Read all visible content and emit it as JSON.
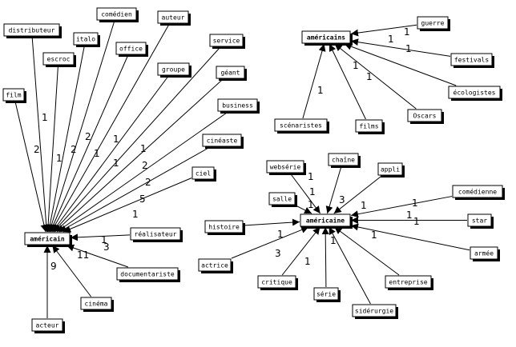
{
  "graph": {
    "nodes": [
      {
        "id": "americain",
        "label": "américain"
      },
      {
        "id": "film",
        "label": "film"
      },
      {
        "id": "distributeur",
        "label": "distributeur"
      },
      {
        "id": "escroc",
        "label": "escroc"
      },
      {
        "id": "italo",
        "label": "italo"
      },
      {
        "id": "comedien",
        "label": "comédien"
      },
      {
        "id": "office",
        "label": "office"
      },
      {
        "id": "auteur",
        "label": "auteur"
      },
      {
        "id": "groupe",
        "label": "groupe"
      },
      {
        "id": "service",
        "label": "service"
      },
      {
        "id": "geant",
        "label": "géant"
      },
      {
        "id": "business",
        "label": "business"
      },
      {
        "id": "cineaste",
        "label": "cinéaste"
      },
      {
        "id": "ciel",
        "label": "ciel"
      },
      {
        "id": "realisateur",
        "label": "réalisateur"
      },
      {
        "id": "documentariste",
        "label": "documentariste"
      },
      {
        "id": "cinema",
        "label": "cinéma"
      },
      {
        "id": "acteur",
        "label": "acteur"
      },
      {
        "id": "americains",
        "label": "américains"
      },
      {
        "id": "guerre",
        "label": "guerre"
      },
      {
        "id": "festivals",
        "label": "festivals"
      },
      {
        "id": "ecologistes",
        "label": "écologistes"
      },
      {
        "id": "oscars",
        "label": "Oscars"
      },
      {
        "id": "films",
        "label": "films"
      },
      {
        "id": "scenaristes",
        "label": "scénaristes"
      },
      {
        "id": "americaine",
        "label": "américaine"
      },
      {
        "id": "webserie",
        "label": "websérie"
      },
      {
        "id": "chaine",
        "label": "chaîne"
      },
      {
        "id": "appli",
        "label": "appli"
      },
      {
        "id": "salle",
        "label": "salle"
      },
      {
        "id": "comedienne",
        "label": "comédienne"
      },
      {
        "id": "histoire",
        "label": "histoire"
      },
      {
        "id": "star",
        "label": "star"
      },
      {
        "id": "actrice",
        "label": "actrice"
      },
      {
        "id": "armee",
        "label": "armée"
      },
      {
        "id": "critique",
        "label": "critique"
      },
      {
        "id": "serie",
        "label": "série"
      },
      {
        "id": "entreprise",
        "label": "entreprise"
      },
      {
        "id": "siderurgie",
        "label": "sidérurgie"
      }
    ],
    "edges": [
      {
        "from": "film",
        "to": "americain",
        "weight": "2"
      },
      {
        "from": "distributeur",
        "to": "americain",
        "weight": "1"
      },
      {
        "from": "escroc",
        "to": "americain",
        "weight": "1"
      },
      {
        "from": "italo",
        "to": "americain",
        "weight": "2"
      },
      {
        "from": "comedien",
        "to": "americain",
        "weight": "2"
      },
      {
        "from": "office",
        "to": "americain",
        "weight": "1"
      },
      {
        "from": "auteur",
        "to": "americain",
        "weight": "1"
      },
      {
        "from": "groupe",
        "to": "americain",
        "weight": "1"
      },
      {
        "from": "service",
        "to": "americain",
        "weight": "1"
      },
      {
        "from": "geant",
        "to": "americain",
        "weight": "2"
      },
      {
        "from": "business",
        "to": "americain",
        "weight": "2"
      },
      {
        "from": "cineaste",
        "to": "americain",
        "weight": "5"
      },
      {
        "from": "ciel",
        "to": "americain",
        "weight": "1"
      },
      {
        "from": "realisateur",
        "to": "americain",
        "weight": "1"
      },
      {
        "from": "documentariste",
        "to": "americain",
        "weight": "3"
      },
      {
        "from": "cinema",
        "to": "americain",
        "weight": "11"
      },
      {
        "from": "acteur",
        "to": "americain",
        "weight": "9"
      },
      {
        "from": "guerre",
        "to": "americains",
        "weight": "1"
      },
      {
        "from": "festivals",
        "to": "americains",
        "weight": "1"
      },
      {
        "from": "ecologistes",
        "to": "americains",
        "weight": "1"
      },
      {
        "from": "oscars",
        "to": "americains",
        "weight": "1"
      },
      {
        "from": "films",
        "to": "americains",
        "weight": "1"
      },
      {
        "from": "scenaristes",
        "to": "americains",
        "weight": "1"
      },
      {
        "from": "webserie",
        "to": "americaine",
        "weight": "1"
      },
      {
        "from": "chaine",
        "to": "americaine",
        "weight": "1"
      },
      {
        "from": "appli",
        "to": "americaine",
        "weight": "3"
      },
      {
        "from": "salle",
        "to": "americaine",
        "weight": "1"
      },
      {
        "from": "comedienne",
        "to": "americaine",
        "weight": "1"
      },
      {
        "from": "histoire",
        "to": "americaine",
        "weight": "1"
      },
      {
        "from": "star",
        "to": "americaine",
        "weight": "1"
      },
      {
        "from": "actrice",
        "to": "americaine",
        "weight": "3"
      },
      {
        "from": "armee",
        "to": "americaine",
        "weight": "1"
      },
      {
        "from": "critique",
        "to": "americaine",
        "weight": "1"
      },
      {
        "from": "serie",
        "to": "americaine",
        "weight": "1"
      },
      {
        "from": "entreprise",
        "to": "americaine",
        "weight": "1"
      },
      {
        "from": "siderurgie",
        "to": "americaine",
        "weight": "1"
      }
    ]
  }
}
